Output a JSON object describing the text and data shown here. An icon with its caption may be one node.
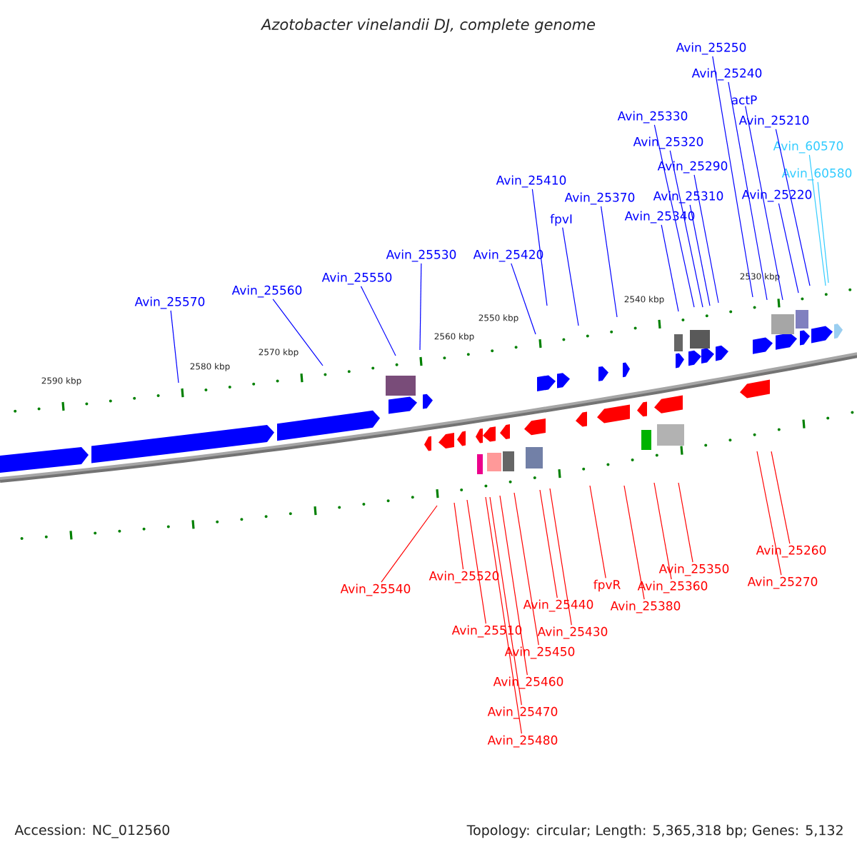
{
  "diagram": {
    "title": "Azotobacter vinelandii DJ, complete genome",
    "nodes": [
      {
        "text": [
          "Avin_25250"
        ]
      },
      {
        "text": [
          "Avin_25240"
        ]
      },
      {
        "text": [
          "actP"
        ]
      },
      {
        "text": [
          "Avin_25330"
        ]
      },
      {
        "text": [
          "Avin_25210"
        ]
      },
      {
        "text": [
          "Avin_25320"
        ]
      },
      {
        "text": [
          "Avin_60570"
        ]
      },
      {
        "text": [
          "Avin_25290"
        ]
      },
      {
        "text": [
          "Avin_60580"
        ]
      },
      {
        "text": [
          "Avin_25410"
        ]
      },
      {
        "text": [
          "Avin_25220"
        ]
      },
      {
        "text": [
          "Avin_25310"
        ]
      },
      {
        "text": [
          "Avin_25370"
        ]
      },
      {
        "text": [
          "Avin_25340"
        ]
      },
      {
        "text": [
          "fpvI"
        ]
      },
      {
        "text": [
          "Avin_25420"
        ]
      },
      {
        "text": [
          "Avin_25530"
        ]
      },
      {
        "text": [
          "Avin_25550"
        ]
      },
      {
        "text": [
          "Avin_25560"
        ]
      },
      {
        "text": [
          "Avin_25570"
        ]
      },
      {
        "text": [
          "Avin_25260"
        ]
      },
      {
        "text": [
          "Avin_25350"
        ]
      },
      {
        "text": [
          "Avin_25520"
        ]
      },
      {
        "text": [
          "Avin_25270"
        ]
      },
      {
        "text": [
          "fpvR"
        ]
      },
      {
        "text": [
          "Avin_25360"
        ]
      },
      {
        "text": [
          "Avin_25540"
        ]
      },
      {
        "text": [
          "Avin_25440"
        ]
      },
      {
        "text": [
          "Avin_25380"
        ]
      },
      {
        "text": [
          "Avin_25510"
        ]
      },
      {
        "text": [
          "Avin_25430"
        ]
      },
      {
        "text": [
          "Avin_25450"
        ]
      },
      {
        "text": [
          "Avin_25460"
        ]
      },
      {
        "text": [
          "Avin_25470"
        ]
      },
      {
        "text": [
          "Avin_25480"
        ]
      }
    ],
    "edges": [
      {
        "from": 0,
        "to": null,
        "arrow": "none"
      },
      {
        "from": 1,
        "to": null,
        "arrow": "none"
      },
      {
        "from": 2,
        "to": null,
        "arrow": "none"
      },
      {
        "from": 3,
        "to": null,
        "arrow": "none"
      },
      {
        "from": 4,
        "to": null,
        "arrow": "none"
      },
      {
        "from": 5,
        "to": null,
        "arrow": "none"
      },
      {
        "from": 6,
        "to": null,
        "arrow": "none",
        "color": "#33ccff"
      },
      {
        "from": 7,
        "to": null,
        "arrow": "none"
      },
      {
        "from": 8,
        "to": null,
        "arrow": "none",
        "color": "#33ccff"
      },
      {
        "from": 9,
        "to": null,
        "arrow": "none"
      },
      {
        "from": 10,
        "to": null,
        "arrow": "none"
      },
      {
        "from": 11,
        "to": null,
        "arrow": "none"
      },
      {
        "from": 12,
        "to": null,
        "arrow": "none"
      },
      {
        "from": 13,
        "to": null,
        "arrow": "none"
      },
      {
        "from": 14,
        "to": null,
        "arrow": "none"
      },
      {
        "from": 15,
        "to": null,
        "arrow": "none"
      },
      {
        "from": 16,
        "to": null,
        "arrow": "none"
      },
      {
        "from": 17,
        "to": null,
        "arrow": "none"
      },
      {
        "from": 18,
        "to": null,
        "arrow": "none"
      },
      {
        "from": 19,
        "to": null,
        "arrow": "none"
      },
      {
        "from": 20,
        "to": null,
        "arrow": "none",
        "color": "#ff0000"
      },
      {
        "from": 21,
        "to": null,
        "arrow": "none",
        "color": "#ff0000"
      },
      {
        "from": 22,
        "to": null,
        "arrow": "none",
        "color": "#ff0000"
      },
      {
        "from": 23,
        "to": null,
        "arrow": "none",
        "color": "#ff0000"
      },
      {
        "from": 24,
        "to": null,
        "arrow": "none",
        "color": "#ff0000"
      },
      {
        "from": 25,
        "to": null,
        "arrow": "none",
        "color": "#ff0000"
      },
      {
        "from": 26,
        "to": null,
        "arrow": "none",
        "color": "#ff0000"
      },
      {
        "from": 27,
        "to": null,
        "arrow": "none",
        "color": "#ff0000"
      },
      {
        "from": 28,
        "to": null,
        "arrow": "none",
        "color": "#ff0000"
      },
      {
        "from": 29,
        "to": null,
        "arrow": "none",
        "color": "#ff0000"
      },
      {
        "from": 30,
        "to": null,
        "arrow": "none",
        "color": "#ff0000"
      },
      {
        "from": 31,
        "to": null,
        "arrow": "none",
        "color": "#ff0000"
      },
      {
        "from": 32,
        "to": null,
        "arrow": "none",
        "color": "#ff0000"
      },
      {
        "from": 33,
        "to": null,
        "arrow": "none",
        "color": "#ff0000"
      },
      {
        "from": 34,
        "to": null,
        "arrow": "none",
        "color": "#ff0000"
      }
    ],
    "labels": [
      "2530 kbp",
      "2540 kbp",
      "2550 kbp",
      "2560 kbp",
      "2570 kbp",
      "2580 kbp",
      "2590 kbp",
      "Accession: NC_012560",
      "Topology: circular; Length: 5,365,318 bp; Genes: 5,132"
    ]
  }
}
